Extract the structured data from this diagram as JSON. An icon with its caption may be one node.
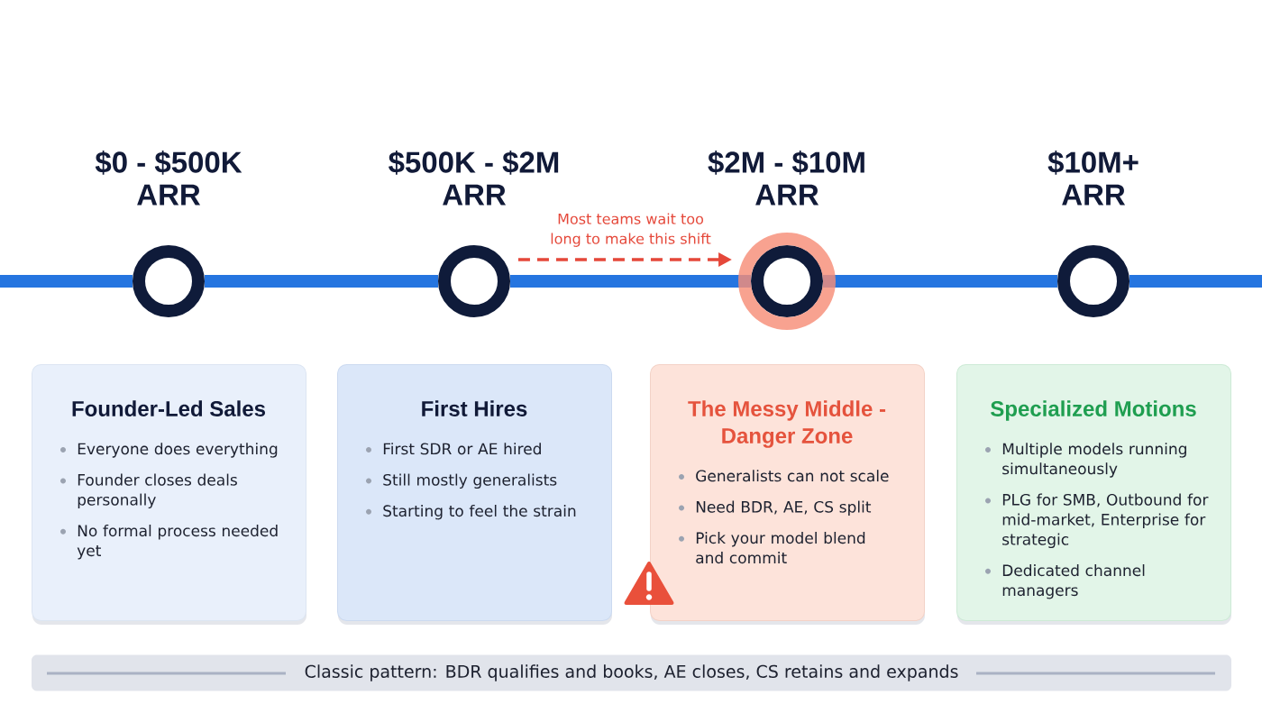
{
  "diagram": {
    "nodes": [
      {
        "text": [],
        "shape": "circle",
        "beside": [
          "$0 - $500K ARR"
        ]
      },
      {
        "text": [],
        "shape": "circle",
        "beside": [
          "$500K - $2M ARR"
        ]
      },
      {
        "text": [],
        "shape": "circle",
        "beside": [
          "$2M - $10M ARR"
        ]
      },
      {
        "text": [],
        "shape": "circle",
        "beside": [
          "$10M+ ARR"
        ]
      },
      {
        "text": [
          "Founder-Led Sales",
          "Everyone does everything",
          "Founder closes deals personally",
          "No formal process needed yet"
        ]
      },
      {
        "text": [
          "First Hires",
          "First SDR or AE hired",
          "Still mostly generalists",
          "Starting to feel the strain"
        ]
      },
      {
        "text": [
          "The Messy Middle - Danger Zone",
          "Generalists can not scale",
          "Need BDR, AE, CS split",
          "Pick your model blend and commit"
        ]
      },
      {
        "text": [
          "Specialized Motions",
          "Multiple models running simultaneously",
          "PLG for SMB, Outbound for mid-market, Enterprise for strategic",
          "Dedicated channel managers"
        ]
      },
      {
        "text": [
          "Classic pattern: BDR qualifies and books, AE closes, CS retains and expands"
        ]
      }
    ],
    "edges": [
      {
        "from": null,
        "to": 0,
        "arrow": "none"
      },
      {
        "from": 0,
        "to": 1,
        "arrow": "none"
      },
      {
        "from": 1,
        "to": 2,
        "arrow": "none"
      },
      {
        "from": 2,
        "to": 3,
        "arrow": "none"
      },
      {
        "from": 3,
        "to": null,
        "arrow": "none"
      },
      {
        "from": 1,
        "to": 2,
        "arrow": "to",
        "label": "Most teams wait too long to make this shift",
        "style": "dashed",
        "color": "#e5483a"
      }
    ]
  }
}
